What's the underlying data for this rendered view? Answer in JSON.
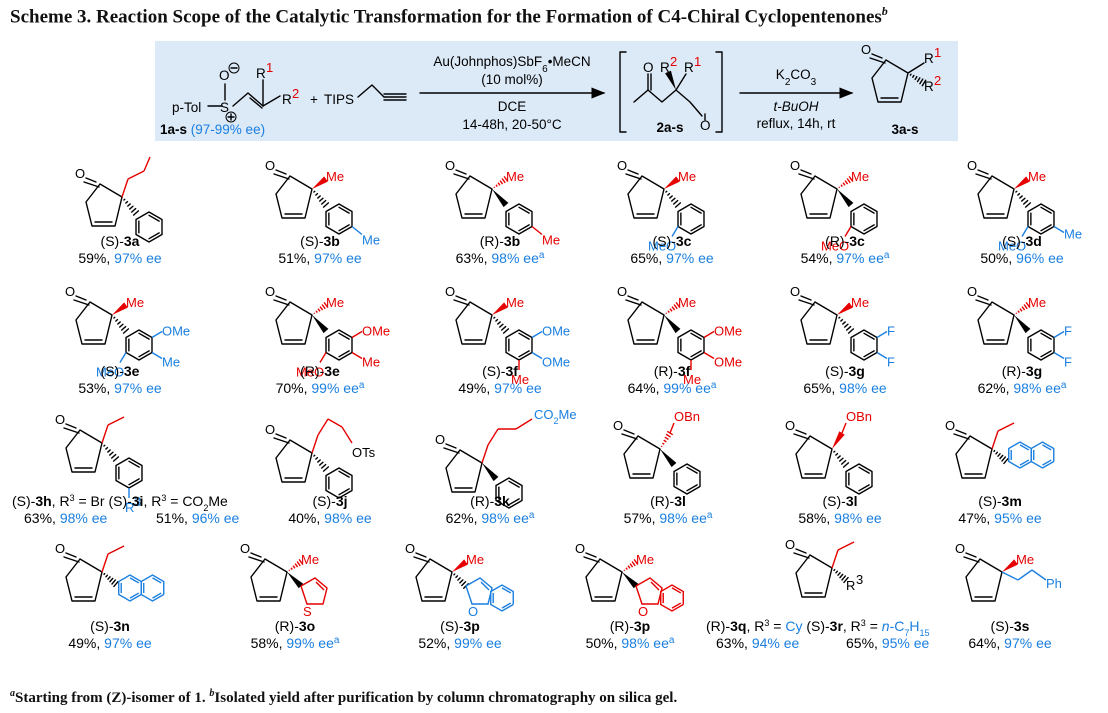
{
  "title": {
    "text": "Scheme 3. Reaction Scope of the Catalytic Transformation for the Formation of C4-Chiral Cyclopentenones",
    "sup": "b"
  },
  "header": {
    "box_color": "#dce9f7",
    "reactant": {
      "label": "1a-s",
      "ee": "(97-99% ee)",
      "ptol": "p-Tol",
      "s": "S",
      "o": "O",
      "r1": "R",
      "r1_sup": "1",
      "r2": "R",
      "r2_sup": "2"
    },
    "plus": "+",
    "tips": "TIPS",
    "step1": {
      "line1": "Au(Johnphos)SbF",
      "line1_sub": "6",
      "line1_tail": "•MeCN",
      "line2": "(10 mol%)",
      "line3": "DCE",
      "line4": "14-48h, 20-50°C"
    },
    "intermediate": {
      "label": "2a-s",
      "r2": "R",
      "r2_sup": "2",
      "r1": "R",
      "r1_sup": "1",
      "o1": "O",
      "o2": "O"
    },
    "step2": {
      "line1": "K",
      "line1_sub": "2",
      "line1_tail": "CO",
      "line1_sub2": "3",
      "line2": "t-BuOH",
      "line3": "reflux, 14h, rt"
    },
    "product": {
      "label": "3a-s",
      "r1": "R",
      "r1_sup": "1",
      "r2": "R",
      "r2_sup": "2",
      "o": "O"
    }
  },
  "compounds": [
    {
      "prefix": "(S)-",
      "id": "3a",
      "yield": "59%,",
      "ee": "97% ee",
      "sup": ""
    },
    {
      "prefix": "(S)-",
      "id": "3b",
      "yield": "51%,",
      "ee": "97% ee",
      "sup": ""
    },
    {
      "prefix": "(R)-",
      "id": "3b",
      "yield": "63%,",
      "ee": "98% ee",
      "sup": "a"
    },
    {
      "prefix": "(S)-",
      "id": "3c",
      "yield": "65%,",
      "ee": "97% ee",
      "sup": ""
    },
    {
      "prefix": "(R)-",
      "id": "3c",
      "yield": "54%,",
      "ee": "97% ee",
      "sup": "a"
    },
    {
      "prefix": "(S)-",
      "id": "3d",
      "yield": "50%,",
      "ee": "96% ee",
      "sup": ""
    },
    {
      "prefix": "(S)-",
      "id": "3e",
      "yield": "53%,",
      "ee": "97% ee",
      "sup": ""
    },
    {
      "prefix": "(R)-",
      "id": "3e",
      "yield": "70%,",
      "ee": "99% ee",
      "sup": "a"
    },
    {
      "prefix": "(S)-",
      "id": "3f",
      "yield": "49%,",
      "ee": "97% ee",
      "sup": ""
    },
    {
      "prefix": "(R)-",
      "id": "3f",
      "yield": "64%,",
      "ee": "99% ee",
      "sup": "a"
    },
    {
      "prefix": "(S)-",
      "id": "3g",
      "yield": "65%,",
      "ee": "98% ee",
      "sup": ""
    },
    {
      "prefix": "(R)-",
      "id": "3g",
      "yield": "62%,",
      "ee": "98% ee",
      "sup": "a"
    },
    {
      "prefix": "(S)-",
      "id": "3h",
      "extra": ", R3 = Br",
      "yield": "63%,",
      "ee": "98% ee",
      "sup": ""
    },
    {
      "prefix": "(S)-",
      "id": "3i",
      "extra": ", R3 = CO2Me",
      "yield": "51%,",
      "ee": "96% ee",
      "sup": ""
    },
    {
      "prefix": "(S)-",
      "id": "3j",
      "yield": "40%,",
      "ee": "98% ee",
      "sup": ""
    },
    {
      "prefix": "(R)-",
      "id": "3k",
      "yield": "62%,",
      "ee": "98% ee",
      "sup": "a"
    },
    {
      "prefix": "(R)-",
      "id": "3l",
      "yield": "57%,",
      "ee": "98% ee",
      "sup": "a"
    },
    {
      "prefix": "(S)-",
      "id": "3l",
      "yield": "58%,",
      "ee": "98% ee",
      "sup": ""
    },
    {
      "prefix": "(S)-",
      "id": "3m",
      "yield": "47%,",
      "ee": "95% ee",
      "sup": ""
    },
    {
      "prefix": "(S)-",
      "id": "3n",
      "yield": "49%,",
      "ee": "97% ee",
      "sup": ""
    },
    {
      "prefix": "(R)-",
      "id": "3o",
      "yield": "58%,",
      "ee": "99% ee",
      "sup": "a"
    },
    {
      "prefix": "(S)-",
      "id": "3p",
      "yield": "52%,",
      "ee": "99% ee",
      "sup": ""
    },
    {
      "prefix": "(R)-",
      "id": "3p",
      "yield": "50%,",
      "ee": "98% ee",
      "sup": "a"
    },
    {
      "prefix": "(R)-",
      "id": "3q",
      "extra": ", R3 = Cy",
      "yield": "63%,",
      "ee": "94% ee",
      "sup": ""
    },
    {
      "prefix": "(S)-",
      "id": "3r",
      "extra": ", R3 = n-C7H15",
      "yield": "65%,",
      "ee": "95% ee",
      "sup": ""
    },
    {
      "prefix": "(S)-",
      "id": "3s",
      "yield": "64%,",
      "ee": "97% ee",
      "sup": ""
    }
  ],
  "atoms": {
    "o": "O",
    "me": "Me",
    "ome": "OMe",
    "meo": "MeO",
    "f": "F",
    "s": "S",
    "otss": "OTs",
    "co2me": "CO2Me",
    "obn": "OBn",
    "ph": "Ph",
    "r3": "R3"
  },
  "footnote": {
    "a_sup": "a",
    "a_text": "Starting from (Z)-isomer of 1.",
    "b_sup": "b",
    "b_text": "Isolated yield after purification by column chromatography on silica gel."
  }
}
